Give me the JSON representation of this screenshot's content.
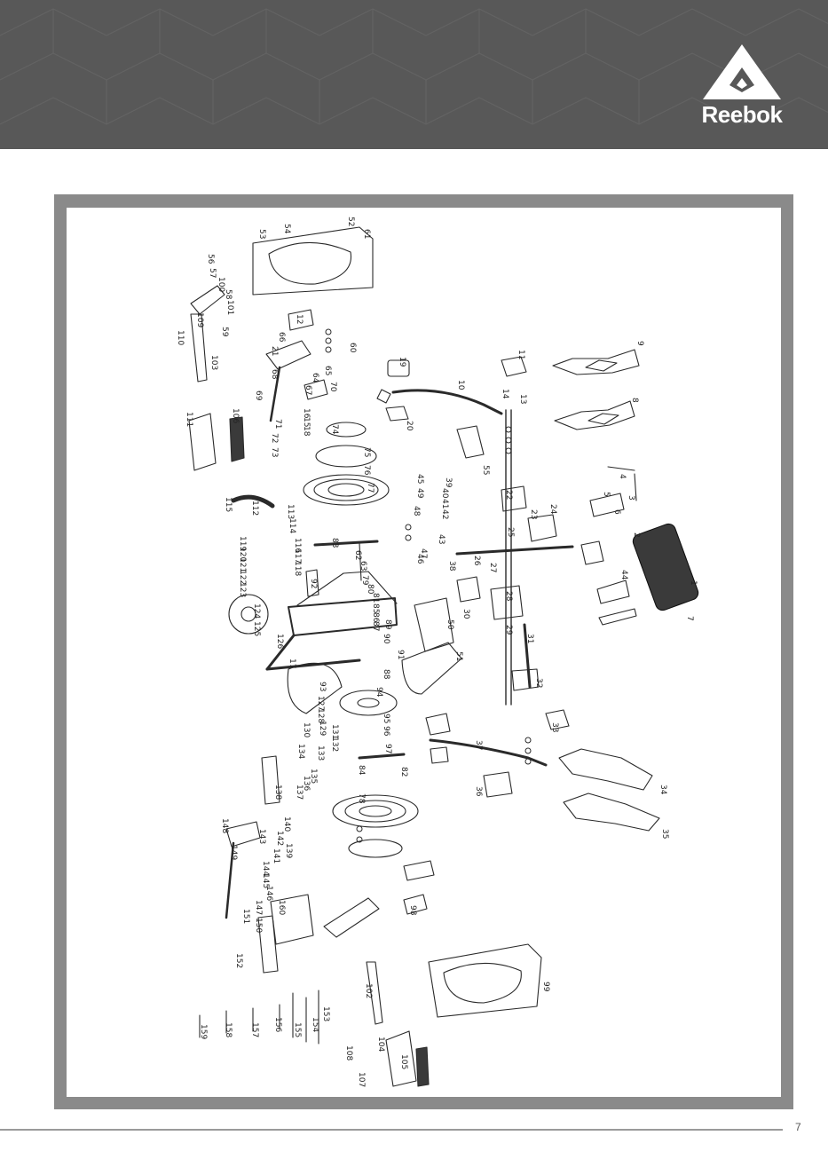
{
  "header": {
    "brand": "Reebok",
    "icon": "delta-triangle-logo-icon",
    "background_color": "#585858"
  },
  "diagram": {
    "type": "exploded-parts-view",
    "part_numbers": [
      "1",
      "2",
      "3",
      "4",
      "5",
      "6",
      "7",
      "8",
      "9",
      "10",
      "11",
      "12",
      "13",
      "14",
      "15",
      "16",
      "17",
      "18",
      "19",
      "20",
      "21",
      "22",
      "23",
      "24",
      "25",
      "26",
      "27",
      "28",
      "29",
      "30",
      "31",
      "32",
      "33",
      "34",
      "35",
      "36",
      "37",
      "38",
      "39",
      "40",
      "41",
      "42",
      "43",
      "44",
      "45",
      "46",
      "47",
      "48",
      "49",
      "50",
      "51",
      "52",
      "53",
      "54",
      "55",
      "56",
      "57",
      "58",
      "59",
      "60",
      "61",
      "62",
      "63",
      "64",
      "65",
      "66",
      "67",
      "68",
      "69",
      "70",
      "71",
      "72",
      "73",
      "74",
      "75",
      "76",
      "77",
      "78",
      "79",
      "80",
      "81",
      "82",
      "83",
      "84",
      "85",
      "86",
      "87",
      "88",
      "89",
      "90",
      "91",
      "92",
      "93",
      "94",
      "95",
      "96",
      "97",
      "98",
      "99",
      "100",
      "101",
      "102",
      "103",
      "104",
      "105",
      "106",
      "107",
      "108",
      "109",
      "110",
      "111",
      "112",
      "113",
      "114",
      "115",
      "116",
      "117",
      "118",
      "119",
      "120",
      "121",
      "122",
      "123",
      "124",
      "125",
      "126",
      "127",
      "128",
      "129",
      "130",
      "131",
      "132",
      "133",
      "134",
      "135",
      "136",
      "137",
      "138",
      "139",
      "140",
      "141",
      "142",
      "143",
      "144",
      "145",
      "146",
      "147",
      "148",
      "149",
      "150",
      "151",
      "152",
      "153",
      "154",
      "155",
      "156",
      "157",
      "158",
      "159",
      "160"
    ]
  },
  "footer": {
    "page_number": "7"
  }
}
